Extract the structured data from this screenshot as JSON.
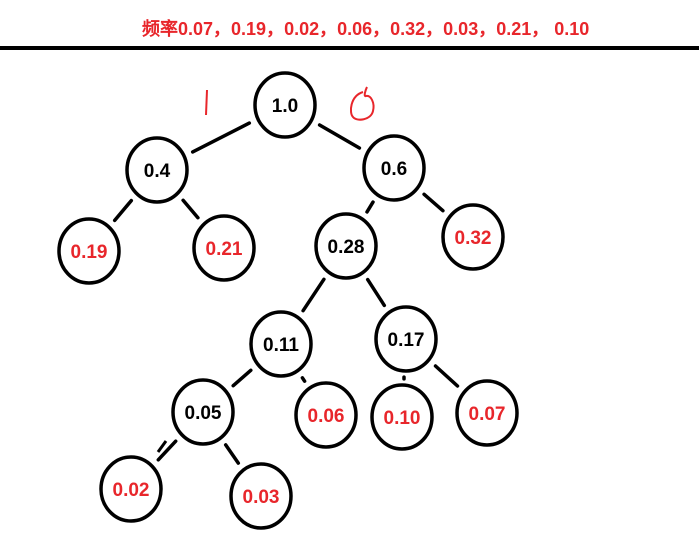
{
  "header": {
    "frequencies_text": "频率0.07，0.19，0.02，0.06，0.32，0.03，0.21， 0.10"
  },
  "colors": {
    "leaf_text": "#e8262b",
    "internal_text": "#000000",
    "edge": "#000000",
    "annotation": "#e8262b"
  },
  "annotations": {
    "left_edge_mark": "1",
    "right_edge_mark": "0"
  },
  "tree": {
    "nodes": [
      {
        "id": "n-1-0",
        "label": "1.0",
        "kind": "internal"
      },
      {
        "id": "n-0-4",
        "label": "0.4",
        "kind": "internal"
      },
      {
        "id": "n-0-6",
        "label": "0.6",
        "kind": "internal"
      },
      {
        "id": "n-0-19",
        "label": "0.19",
        "kind": "leaf"
      },
      {
        "id": "n-0-21",
        "label": "0.21",
        "kind": "leaf"
      },
      {
        "id": "n-0-28",
        "label": "0.28",
        "kind": "internal"
      },
      {
        "id": "n-0-32",
        "label": "0.32",
        "kind": "leaf"
      },
      {
        "id": "n-0-11",
        "label": "0.11",
        "kind": "internal"
      },
      {
        "id": "n-0-17",
        "label": "0.17",
        "kind": "internal"
      },
      {
        "id": "n-0-05",
        "label": "0.05",
        "kind": "internal"
      },
      {
        "id": "n-0-06",
        "label": "0.06",
        "kind": "leaf"
      },
      {
        "id": "n-0-10",
        "label": "0.10",
        "kind": "leaf"
      },
      {
        "id": "n-0-07",
        "label": "0.07",
        "kind": "leaf"
      },
      {
        "id": "n-0-02",
        "label": "0.02",
        "kind": "leaf"
      },
      {
        "id": "n-0-03",
        "label": "0.03",
        "kind": "leaf"
      }
    ],
    "edges": [
      [
        "n-1-0",
        "n-0-4"
      ],
      [
        "n-1-0",
        "n-0-6"
      ],
      [
        "n-0-4",
        "n-0-19"
      ],
      [
        "n-0-4",
        "n-0-21"
      ],
      [
        "n-0-6",
        "n-0-28"
      ],
      [
        "n-0-6",
        "n-0-32"
      ],
      [
        "n-0-28",
        "n-0-11"
      ],
      [
        "n-0-28",
        "n-0-17"
      ],
      [
        "n-0-11",
        "n-0-05"
      ],
      [
        "n-0-11",
        "n-0-06"
      ],
      [
        "n-0-17",
        "n-0-10"
      ],
      [
        "n-0-17",
        "n-0-07"
      ],
      [
        "n-0-05",
        "n-0-02"
      ],
      [
        "n-0-05",
        "n-0-03"
      ]
    ]
  }
}
